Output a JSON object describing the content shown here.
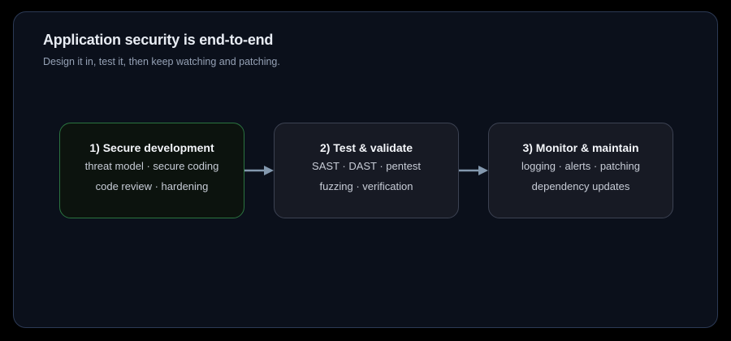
{
  "header": {
    "title": "Application security is end-to-end",
    "subtitle": "Design it in, test it, then keep watching and patching."
  },
  "flow": {
    "steps": [
      {
        "title": "1) Secure development",
        "line1": "threat model · secure coding",
        "line2": "code review · hardening",
        "accent": "green"
      },
      {
        "title": "2) Test & validate",
        "line1": "SAST · DAST · pentest",
        "line2": "fuzzing · verification",
        "accent": "none"
      },
      {
        "title": "3) Monitor & maintain",
        "line1": "logging · alerts · patching",
        "line2": "dependency updates",
        "accent": "none"
      }
    ]
  },
  "colors": {
    "page_background": "#000000",
    "panel_background": "#0b101b",
    "panel_border": "#2c3a55",
    "box_background": "#171a24",
    "box_border": "#3c4252",
    "accent_green_border": "#2b7440",
    "accent_green_background": "#0c130e",
    "arrow": "#8398ae",
    "title_text": "#e8ecf3",
    "subtitle_text": "#95a1b5",
    "box_title_text": "#f3f5f9",
    "box_detail_text": "#c7ccd6"
  }
}
